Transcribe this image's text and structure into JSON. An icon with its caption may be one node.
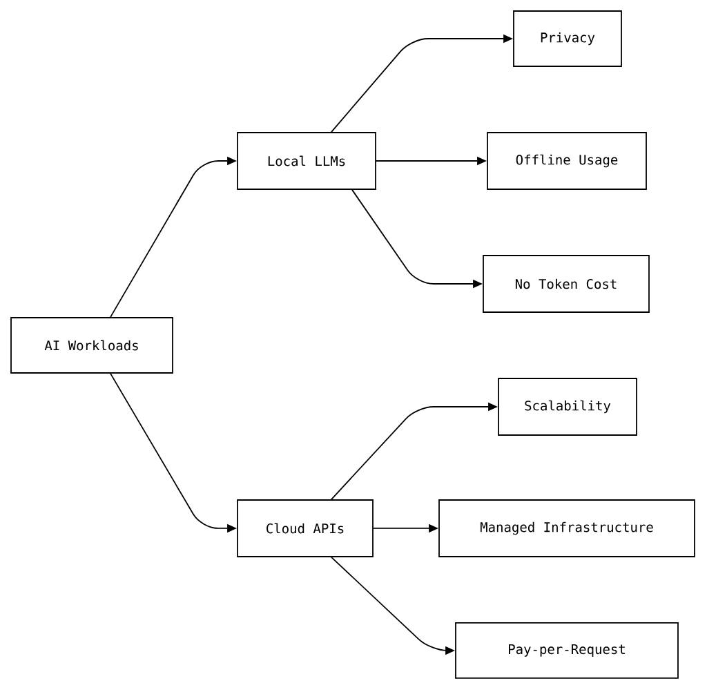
{
  "diagram": {
    "nodes": [
      {
        "text": [
          "AI Workloads"
        ]
      },
      {
        "text": [
          "Local LLMs"
        ]
      },
      {
        "text": [
          "Cloud APIs"
        ]
      },
      {
        "text": [
          "Privacy"
        ]
      },
      {
        "text": [
          "Offline Usage"
        ]
      },
      {
        "text": [
          "No Token Cost"
        ]
      },
      {
        "text": [
          "Scalability"
        ]
      },
      {
        "text": [
          "Managed Infrastructure"
        ]
      },
      {
        "text": [
          "Pay-per-Request"
        ]
      }
    ],
    "edges": [
      {
        "from": 0,
        "to": 1,
        "arrow": "to"
      },
      {
        "from": 0,
        "to": 2,
        "arrow": "to"
      },
      {
        "from": 1,
        "to": 3,
        "arrow": "to"
      },
      {
        "from": 1,
        "to": 4,
        "arrow": "to"
      },
      {
        "from": 1,
        "to": 5,
        "arrow": "to"
      },
      {
        "from": 2,
        "to": 6,
        "arrow": "to"
      },
      {
        "from": 2,
        "to": 7,
        "arrow": "to"
      },
      {
        "from": 2,
        "to": 8,
        "arrow": "to"
      }
    ]
  }
}
